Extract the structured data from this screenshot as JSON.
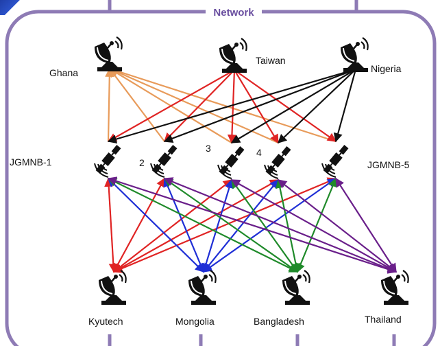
{
  "diagram": {
    "title": "Network",
    "ground_stations_top": [
      {
        "id": "ghana",
        "label": "Ghana"
      },
      {
        "id": "taiwan",
        "label": "Taiwan"
      },
      {
        "id": "nigeria",
        "label": "Nigeria"
      }
    ],
    "satellites": [
      {
        "id": "sat1",
        "label": "JGMNB-1"
      },
      {
        "id": "sat2",
        "label": "2"
      },
      {
        "id": "sat3",
        "label": "3"
      },
      {
        "id": "sat4",
        "label": "4"
      },
      {
        "id": "sat5",
        "label": "JGMNB-5"
      }
    ],
    "ground_stations_bottom": [
      {
        "id": "kyutech",
        "label": "Kyutech"
      },
      {
        "id": "mongolia",
        "label": "Mongolia"
      },
      {
        "id": "bangladesh",
        "label": "Bangladesh"
      },
      {
        "id": "thailand",
        "label": "Thailand"
      }
    ],
    "colors": {
      "frame": "#8e7bb5",
      "title": "#6a4fa0",
      "ghana": "#e89b5a",
      "taiwan": "#e02424",
      "nigeria": "#111111",
      "kyutech": "#e02424",
      "mongolia": "#1f2fd6",
      "bangladesh": "#1f8a2a",
      "thailand": "#6a1f8a"
    },
    "links": [
      {
        "from": "ghana",
        "to": "sat1"
      },
      {
        "from": "ghana",
        "to": "sat2"
      },
      {
        "from": "ghana",
        "to": "sat3"
      },
      {
        "from": "ghana",
        "to": "sat4"
      },
      {
        "from": "ghana",
        "to": "sat5"
      },
      {
        "from": "taiwan",
        "to": "sat1"
      },
      {
        "from": "taiwan",
        "to": "sat2"
      },
      {
        "from": "taiwan",
        "to": "sat3"
      },
      {
        "from": "taiwan",
        "to": "sat4"
      },
      {
        "from": "taiwan",
        "to": "sat5"
      },
      {
        "from": "nigeria",
        "to": "sat1"
      },
      {
        "from": "nigeria",
        "to": "sat2"
      },
      {
        "from": "nigeria",
        "to": "sat3"
      },
      {
        "from": "nigeria",
        "to": "sat4"
      },
      {
        "from": "nigeria",
        "to": "sat5"
      },
      {
        "from": "kyutech",
        "to": "sat1"
      },
      {
        "from": "kyutech",
        "to": "sat2"
      },
      {
        "from": "kyutech",
        "to": "sat3"
      },
      {
        "from": "kyutech",
        "to": "sat4"
      },
      {
        "from": "kyutech",
        "to": "sat5"
      },
      {
        "from": "mongolia",
        "to": "sat1"
      },
      {
        "from": "mongolia",
        "to": "sat2"
      },
      {
        "from": "mongolia",
        "to": "sat3"
      },
      {
        "from": "mongolia",
        "to": "sat4"
      },
      {
        "from": "mongolia",
        "to": "sat5"
      },
      {
        "from": "bangladesh",
        "to": "sat1"
      },
      {
        "from": "bangladesh",
        "to": "sat2"
      },
      {
        "from": "bangladesh",
        "to": "sat3"
      },
      {
        "from": "bangladesh",
        "to": "sat4"
      },
      {
        "from": "bangladesh",
        "to": "sat5"
      },
      {
        "from": "thailand",
        "to": "sat1"
      },
      {
        "from": "thailand",
        "to": "sat2"
      },
      {
        "from": "thailand",
        "to": "sat3"
      },
      {
        "from": "thailand",
        "to": "sat4"
      },
      {
        "from": "thailand",
        "to": "sat5"
      }
    ]
  }
}
